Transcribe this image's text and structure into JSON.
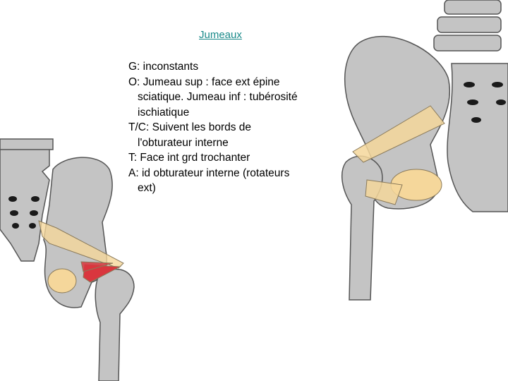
{
  "slide": {
    "title": "Jumeaux",
    "lines": [
      {
        "text": "G: inconstants",
        "cont": false
      },
      {
        "text": "O: Jumeau sup : face ext épine",
        "cont": false
      },
      {
        "text": "sciatique. Jumeau inf : tubérosité",
        "cont": true
      },
      {
        "text": "ischiatique",
        "cont": true
      },
      {
        "text": "T/C: Suivent les bords de",
        "cont": false
      },
      {
        "text": "l'obturateur interne",
        "cont": true
      },
      {
        "text": "T: Face int grd trochanter",
        "cont": false
      },
      {
        "text": "A: id obturateur interne (rotateurs",
        "cont": false
      },
      {
        "text": "ext)",
        "cont": true
      }
    ]
  },
  "colors": {
    "bone": "#c4c4c4",
    "bone_outline": "#555555",
    "muscle": "#f5d79b",
    "muscle_red": "#d9363e"
  }
}
